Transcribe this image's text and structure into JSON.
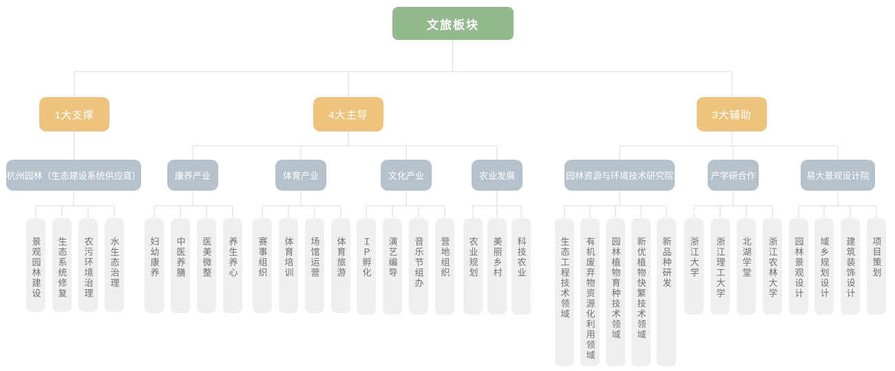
{
  "palette": {
    "root_bg": "#94b98e",
    "branch_bg": "#edc37d",
    "category_bg": "#b5c2cc",
    "leaf_bg": "#efefef",
    "leaf_text": "#707070",
    "connector": "#d9d9d9"
  },
  "root": {
    "label": "文旅板块"
  },
  "branches": [
    {
      "label": "1大支撑",
      "categories": [
        {
          "label": "杭州园林（生态建设系统供应商）",
          "leaves": [
            "景观园林建设",
            "生态系统修复",
            "农污环境治理",
            "水生态治理"
          ]
        }
      ]
    },
    {
      "label": "4大主导",
      "categories": [
        {
          "label": "康养产业",
          "leaves": [
            "妇幼康养",
            "中医养膳",
            "医美微整",
            "养生养心"
          ]
        },
        {
          "label": "体育产业",
          "leaves": [
            "赛事组织",
            "体育培训",
            "场馆运营",
            "体育旅游"
          ]
        },
        {
          "label": "文化产业",
          "leaves": [
            "ＩＰ孵化",
            "演艺编导",
            "音乐节组办",
            "营地组织"
          ]
        },
        {
          "label": "农业发展",
          "leaves": [
            "农业规划",
            "美丽乡村",
            "科技农业"
          ]
        }
      ]
    },
    {
      "label": "3大辅助",
      "categories": [
        {
          "label": "园林资源与环境技术研究院",
          "leaves": [
            "生态工程技术领域",
            "有机废弃物资源化利用领域",
            "园林植物育种技术领域",
            "新优植物快繁技术领域",
            "新品种研发"
          ]
        },
        {
          "label": "产学研合作",
          "leaves": [
            "浙江大学",
            "浙江理工大学",
            "北湖学堂",
            "浙江农林大学"
          ]
        },
        {
          "label": "易大景观设计院",
          "leaves": [
            "园林景观设计",
            "域乡规划设计",
            "建筑装饰设计",
            "项目策划"
          ]
        }
      ]
    }
  ]
}
